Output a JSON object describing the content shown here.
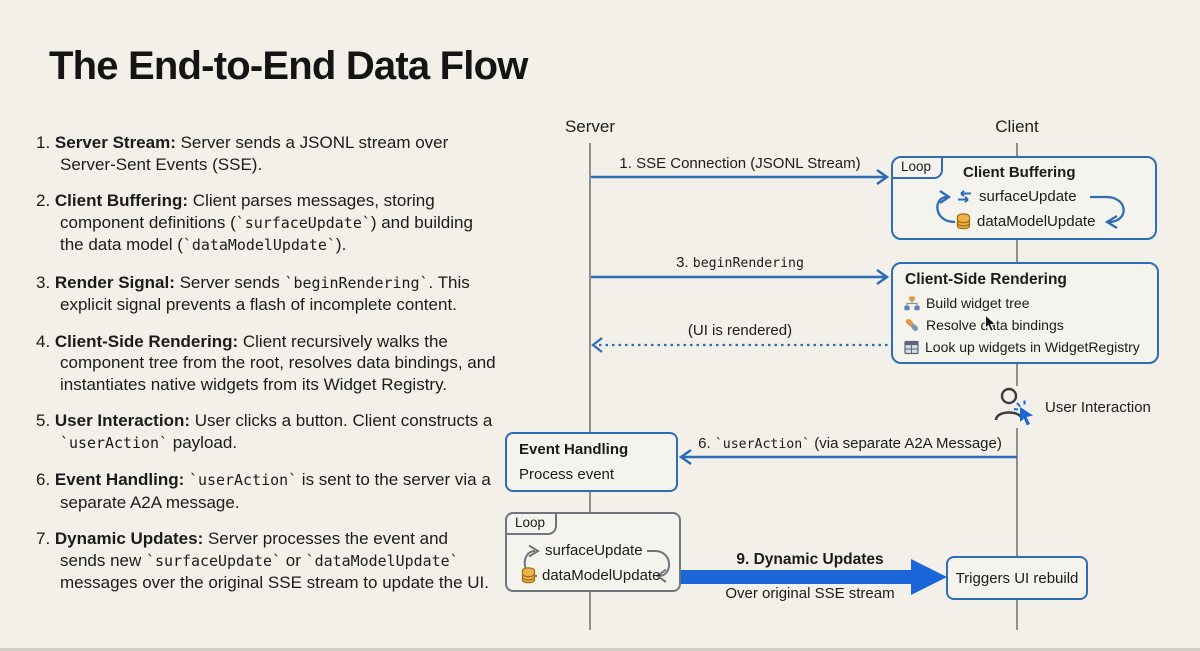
{
  "title": "The End-to-End Data Flow",
  "steps": [
    {
      "num": "1.",
      "label": "Server Stream:",
      "body": "Server sends a JSONL stream over Server-Sent Events (SSE)."
    },
    {
      "num": "2.",
      "label": "Client Buffering:",
      "body": "Client parses messages, storing component definitions (`surfaceUpdate`) and building the data model (`dataModelUpdate`)."
    },
    {
      "num": "3.",
      "label": "Render Signal:",
      "body": "Server sends `beginRendering`. This explicit signal prevents a flash of incomplete content."
    },
    {
      "num": "4.",
      "label": "Client-Side Rendering:",
      "body": "Client recursively walks the component tree from the root, resolves data bindings, and instantiates native widgets from its Widget Registry."
    },
    {
      "num": "5.",
      "label": "User Interaction:",
      "body": "User clicks a button. Client constructs a `userAction` payload."
    },
    {
      "num": "6.",
      "label": "Event Handling:",
      "body": "`userAction` is sent to the server via a separate A2A message."
    },
    {
      "num": "7.",
      "label": "Dynamic Updates:",
      "body": "Server processes the event and sends new `surfaceUpdate` or `dataModelUpdate` messages over the original SSE stream to update the UI."
    }
  ],
  "diagram": {
    "lifelines": {
      "server": "Server",
      "client": "Client"
    },
    "messages": {
      "msg1": "1. SSE Connection (JSONL Stream)",
      "msg3_prefix": "3. ",
      "msg3_code": "beginRendering",
      "ui_rendered": "(UI is rendered)",
      "msg6": "6. `userAction` (via separate A2A Message)",
      "msg9": "9. Dynamic Updates",
      "msg9_sub": "Over original SSE stream"
    },
    "client_buffering": {
      "tab": "Loop",
      "title": "Client Buffering",
      "row1": "surfaceUpdate",
      "row2": "dataModelUpdate"
    },
    "client_rendering": {
      "title": "Client-Side Rendering",
      "item1": "Build widget tree",
      "item2": "Resolve data bindings",
      "item3": "Look up widgets in WidgetRegistry"
    },
    "event_handling": {
      "title": "Event Handling",
      "body": "Process event"
    },
    "loop2": {
      "tab": "Loop",
      "row1": "surfaceUpdate",
      "row2": "dataModelUpdate"
    },
    "triggers": {
      "label": "Triggers UI rebuild"
    },
    "user_interaction": {
      "label": "User Interaction"
    }
  },
  "colors": {
    "accent_blue": "#2e6cb5",
    "vivid_blue": "#1a66d9",
    "loop_gray": "#6e757c",
    "lifeline_gray": "#8f8f89",
    "db_orange": "#f0b04a"
  }
}
